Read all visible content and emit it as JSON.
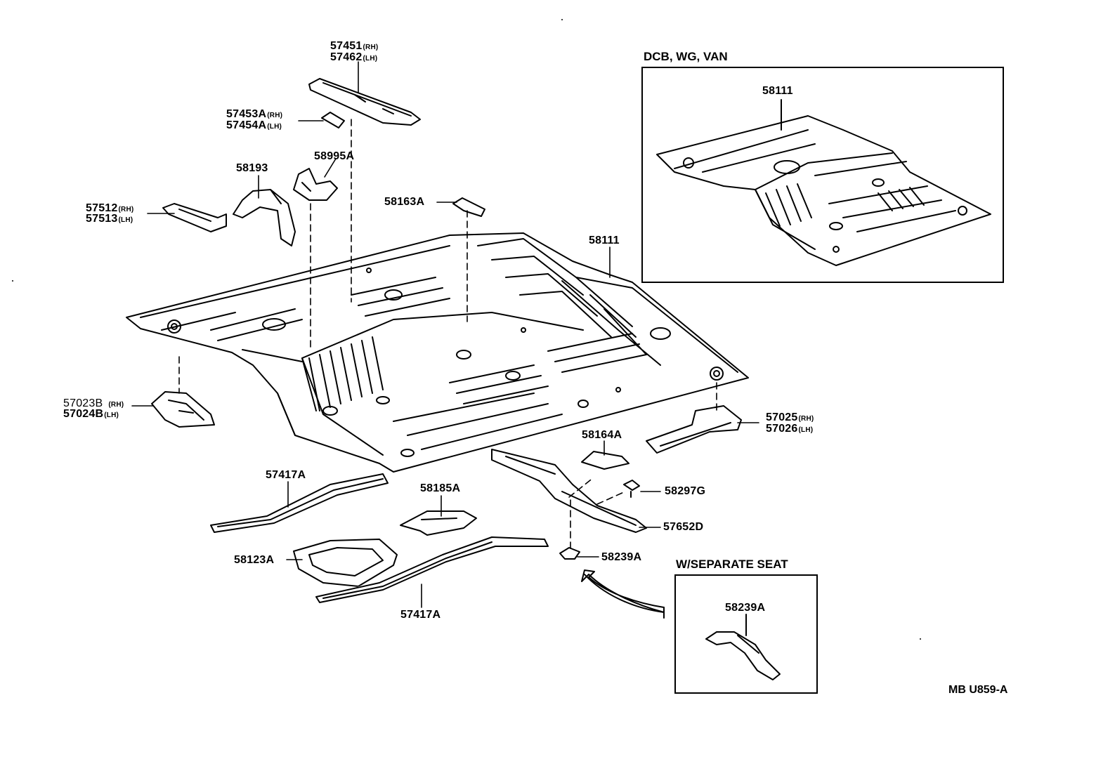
{
  "inset_boxes": {
    "variant": {
      "title": "DCB, WG, VAN",
      "part": "58111"
    },
    "separate_seat": {
      "title": "W/SEPARATE SEAT",
      "part": "58239A"
    }
  },
  "labels": {
    "p57451": "57451",
    "p57451_sfx": "(RH)",
    "p57462": "57462",
    "p57462_sfx": "(LH)",
    "p57453a": "57453A",
    "p57453a_sfx": "(RH)",
    "p57454a": "57454A",
    "p57454a_sfx": "(LH)",
    "p58193": "58193",
    "p58995a": "58995A",
    "p57512": "57512",
    "p57512_sfx": "(RH)",
    "p57513": "57513",
    "p57513_sfx": "(LH)",
    "p58163a": "58163A",
    "p58111": "58111",
    "p57023b": "57023B",
    "p57023b_sfx": "(RH)",
    "p57024b": "57024B",
    "p57024b_sfx": "(LH)",
    "p57025": "57025",
    "p57025_sfx": "(RH)",
    "p57026": "57026",
    "p57026_sfx": "(LH)",
    "p58164a": "58164A",
    "p57417a_top": "57417A",
    "p58185a": "58185A",
    "p58297g": "58297G",
    "p57652d": "57652D",
    "p58123a": "58123A",
    "p58239a": "58239A",
    "p57417a_bottom": "57417A"
  },
  "diagram_code": "MB U859-A"
}
